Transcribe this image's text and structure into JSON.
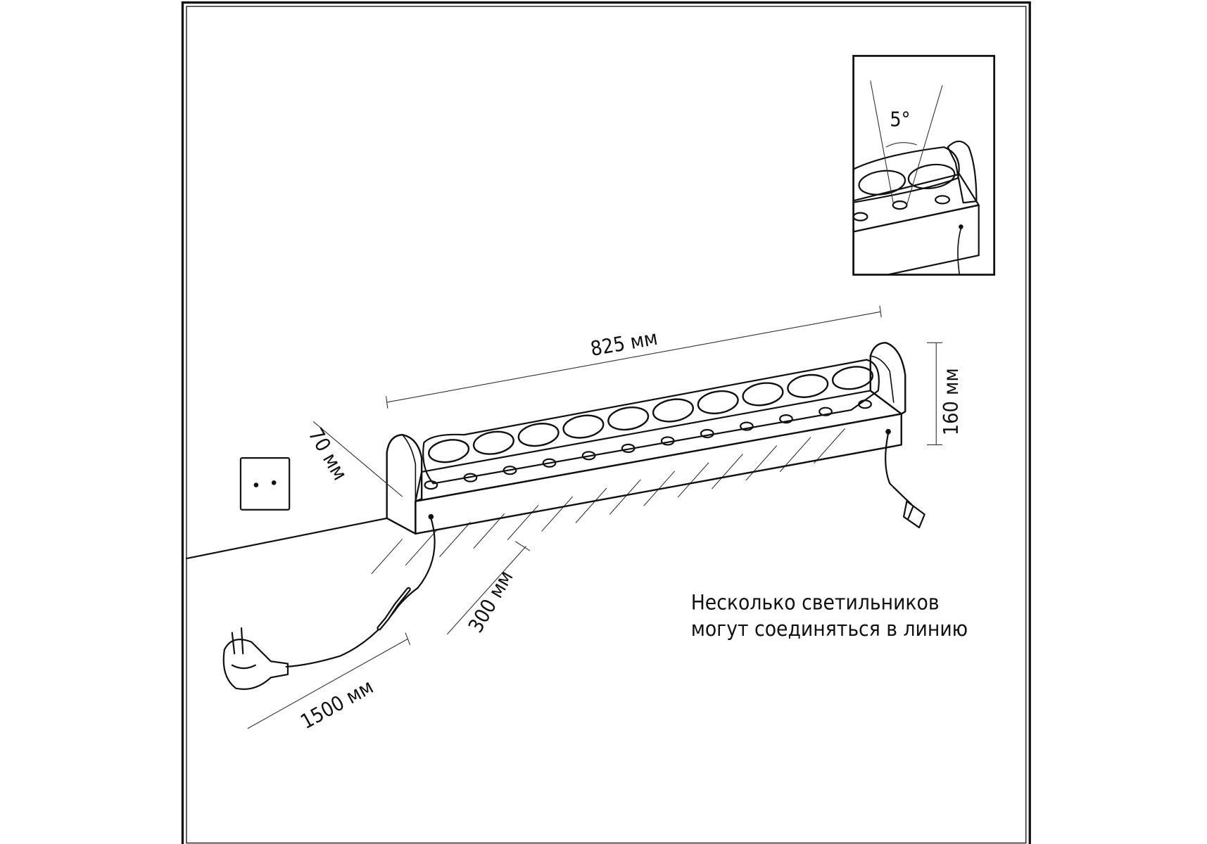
{
  "dimensions": {
    "length": "825 мм",
    "height": "160 мм",
    "depth": "70 мм",
    "spacing": "300 мм",
    "cable": "1500 мм"
  },
  "inset": {
    "beam_angle": "5°"
  },
  "note": {
    "line1": "Несколько светильников",
    "line2": "могут соединяться в линию"
  },
  "colors": {
    "line": "#111111",
    "background": "#ffffff"
  }
}
